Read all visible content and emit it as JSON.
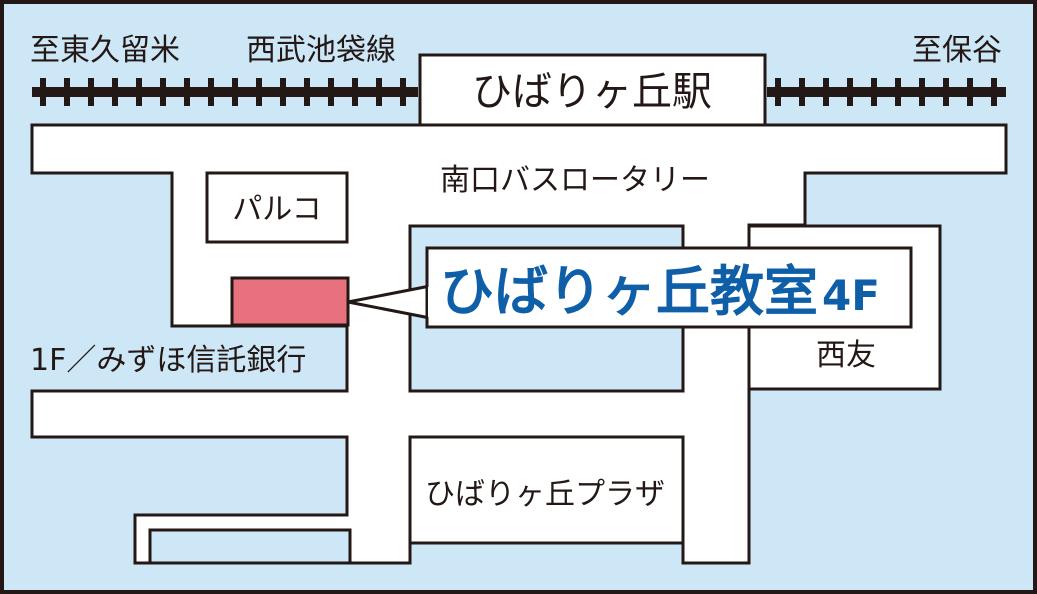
{
  "map": {
    "colors": {
      "background": "#cde7f6",
      "block": "#ffffff",
      "outline": "#231815",
      "callout_text": "#0e5ea8",
      "school_marker": "#e8717e"
    },
    "rail_line": {
      "left_direction": "至東久留米",
      "line_name": "西武池袋線",
      "right_direction": "至保谷"
    },
    "station": {
      "name": "ひばりヶ丘駅"
    },
    "landmarks": {
      "bus_rotary": "南口バスロータリー",
      "parco": "パルコ",
      "bank": "1F／みずほ信託銀行",
      "seiyu": "西友",
      "plaza": "ひばりヶ丘プラザ"
    },
    "callout": {
      "title_main": "ひばりヶ丘教室",
      "title_floor": "4F"
    }
  }
}
